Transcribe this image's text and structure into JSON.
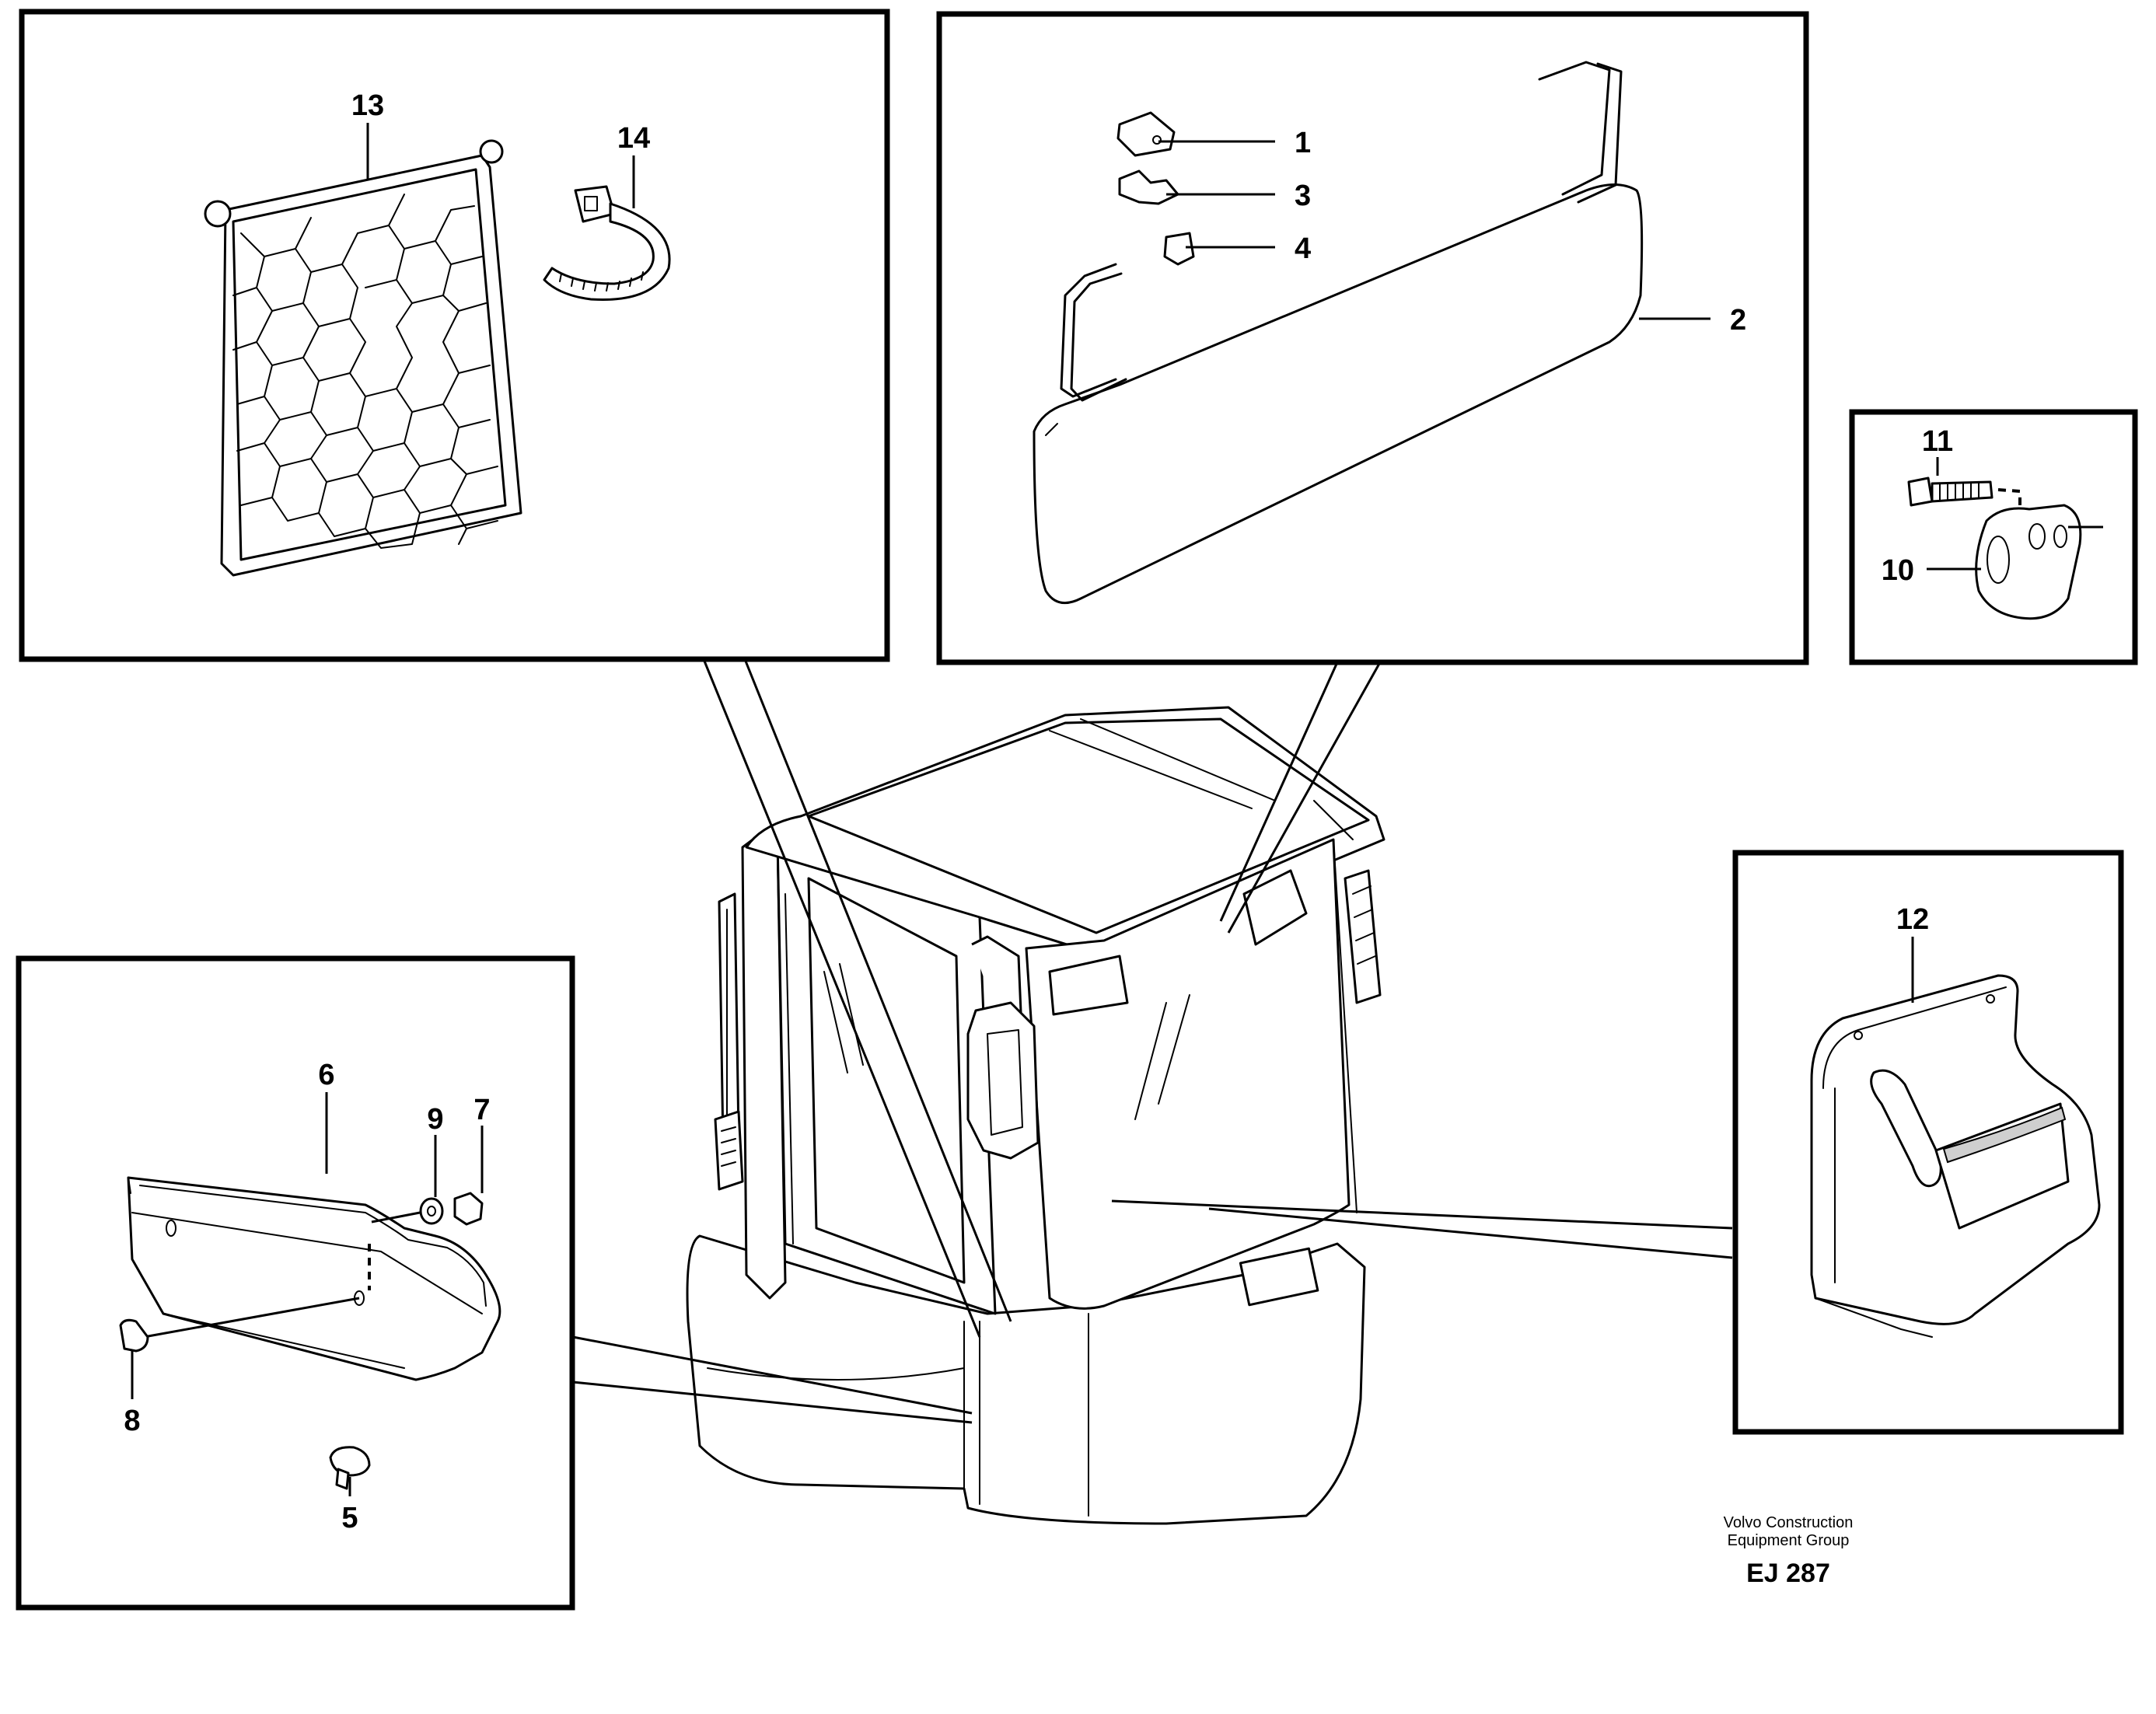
{
  "diagram": {
    "callouts": {
      "c1": "1",
      "c2": "2",
      "c3": "3",
      "c4": "4",
      "c5": "5",
      "c6": "6",
      "c7": "7",
      "c8": "8",
      "c9": "9",
      "c10": "10",
      "c11": "11",
      "c12": "12",
      "c13": "13",
      "c14": "14"
    },
    "credit_line1": "Volvo Construction",
    "credit_line2": "Equipment Group",
    "drawing_code": "EJ 287"
  }
}
